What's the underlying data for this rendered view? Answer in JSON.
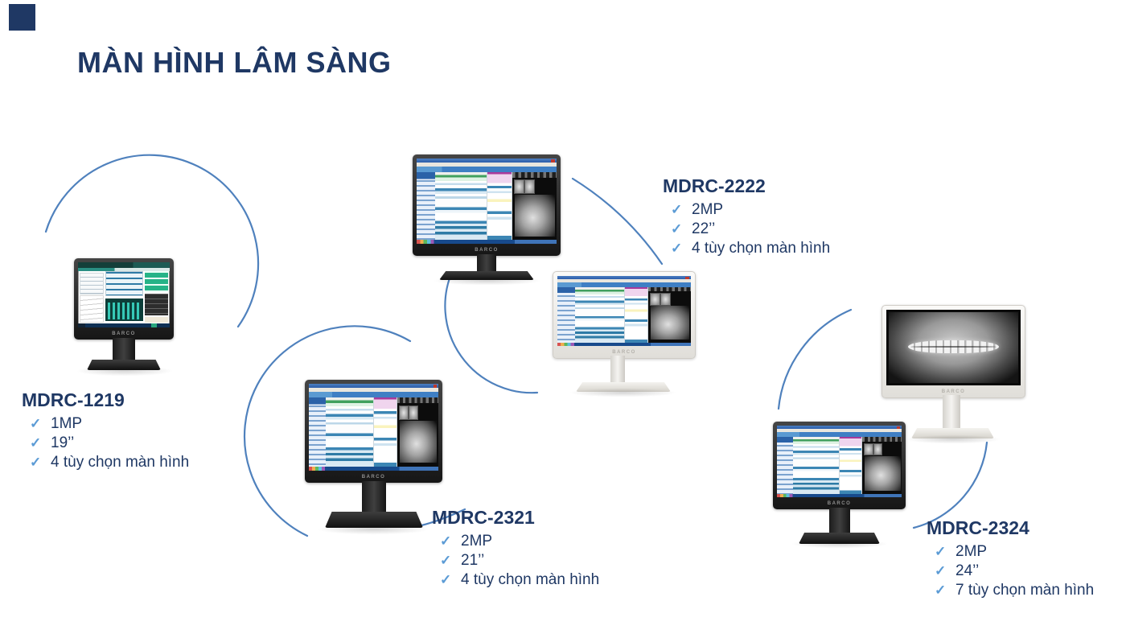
{
  "slide": {
    "title": "MÀN HÌNH LÂM SÀNG",
    "brand": "BARCO",
    "check_glyph": "✓",
    "colors": {
      "title_text": "#1f3864",
      "spec_text": "#1f3864",
      "check": "#5b9bd5",
      "arc": "#4f81bd",
      "corner_accent": "#1f3864"
    }
  },
  "products": [
    {
      "name": "MDRC-1219",
      "specs": [
        "1MP",
        "19’’",
        "4 tùy chọn màn hình"
      ]
    },
    {
      "name": "MDRC-2222",
      "specs": [
        "2MP",
        "22’’",
        "4 tùy chọn màn hình"
      ]
    },
    {
      "name": "MDRC-2321",
      "specs": [
        "2MP",
        "21’’",
        "4 tùy chọn màn hình"
      ]
    },
    {
      "name": "MDRC-2324",
      "specs": [
        "2MP",
        "24’’",
        "7 tùy chọn màn hình"
      ]
    }
  ]
}
